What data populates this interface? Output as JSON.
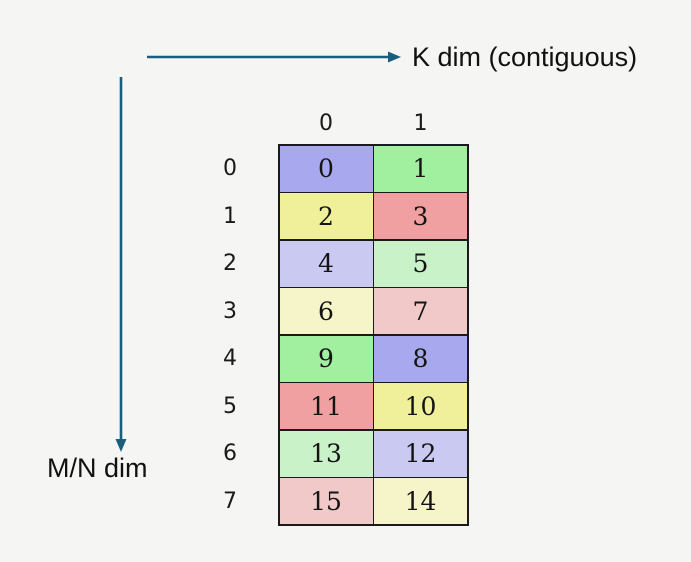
{
  "colors": {
    "background": "#f5f5f3",
    "arrow": "#1a5e7e",
    "grid_border": "#1a1a1a"
  },
  "axis_labels": {
    "k": "K dim (contiguous)",
    "mn": "M/N dim"
  },
  "matrix": {
    "col_headers": [
      "0",
      "1"
    ],
    "row_headers": [
      "0",
      "1",
      "2",
      "3",
      "4",
      "5",
      "6",
      "7"
    ],
    "rows": [
      {
        "cells": [
          {
            "value": "0",
            "color": "#a8a8ef"
          },
          {
            "value": "1",
            "color": "#a0f0a0"
          }
        ]
      },
      {
        "cells": [
          {
            "value": "2",
            "color": "#f0f09a"
          },
          {
            "value": "3",
            "color": "#f0a0a0"
          }
        ]
      },
      {
        "cells": [
          {
            "value": "4",
            "color": "#c9c9f2"
          },
          {
            "value": "5",
            "color": "#c9f2c9"
          }
        ]
      },
      {
        "cells": [
          {
            "value": "6",
            "color": "#f5f5c9"
          },
          {
            "value": "7",
            "color": "#f2c9c9"
          }
        ]
      },
      {
        "cells": [
          {
            "value": "9",
            "color": "#a0f0a0"
          },
          {
            "value": "8",
            "color": "#a8a8ef"
          }
        ]
      },
      {
        "cells": [
          {
            "value": "11",
            "color": "#f0a0a0"
          },
          {
            "value": "10",
            "color": "#f0f09a"
          }
        ]
      },
      {
        "cells": [
          {
            "value": "13",
            "color": "#c9f2c9"
          },
          {
            "value": "12",
            "color": "#c9c9f2"
          }
        ]
      },
      {
        "cells": [
          {
            "value": "15",
            "color": "#f2c9c9"
          },
          {
            "value": "14",
            "color": "#f5f5c9"
          }
        ]
      }
    ]
  }
}
